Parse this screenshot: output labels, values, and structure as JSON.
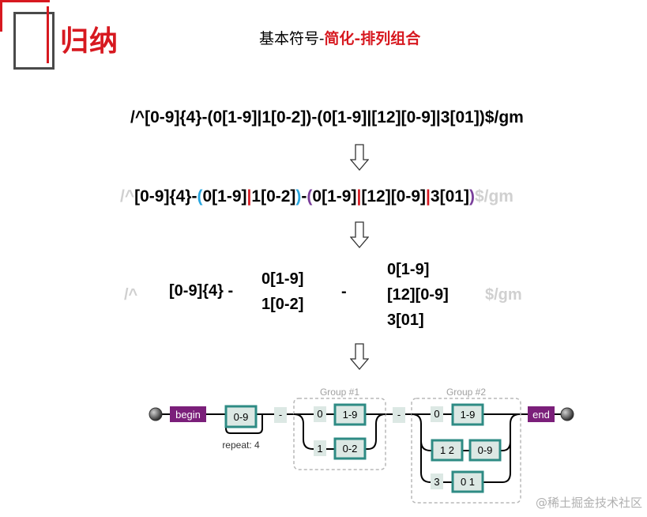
{
  "logo": {
    "text": "归纳"
  },
  "title": {
    "prefix": "基本符号-",
    "highlight": "简化-排列组合"
  },
  "regex_line1": "/^[0-9]{4}-(0[1-9]|1[0-2])-(0[1-9]|[12][0-9]|3[01])$/gm",
  "regex_line2": {
    "start": "/^",
    "year": "[0-9]{4}-",
    "open1": "(",
    "g1a": "0[1-9]",
    "pipe1": "|",
    "g1b": "1[0-2]",
    "close1": ")",
    "dash": "-",
    "open2": "(",
    "g2a": "0[1-9]",
    "pipe2": "|",
    "g2b": "[12][0-9]",
    "pipe3": "|",
    "g2c": "3[01]",
    "close2": ")",
    "end": "$/gm"
  },
  "breakdown": {
    "start": "/^",
    "year": "[0-9]{4} -",
    "month_a": "0[1-9]",
    "month_b": "1[0-2]",
    "dash": "-",
    "day_a": "0[1-9]",
    "day_b": "[12][0-9]",
    "day_c": "3[01]",
    "end": "$/gm"
  },
  "railroad": {
    "begin": "begin",
    "end": "end",
    "repeat_box": "0-9",
    "repeat_label": "repeat: 4",
    "dash1": "-",
    "dash2": "-",
    "group1": {
      "label": "Group #1",
      "row1_literal": "0",
      "row1_box": "1-9",
      "row2_literal": "1",
      "row2_box": "0-2"
    },
    "group2": {
      "label": "Group #2",
      "row1_literal": "0",
      "row1_box": "1-9",
      "row2_box_a": "1 2",
      "row2_box_b": "0-9",
      "row3_literal": "3",
      "row3_box": "0 1"
    }
  },
  "watermark": "@稀土掘金技术社区",
  "colors": {
    "brand_red": "#d71920",
    "blue": "#2aa7e0",
    "purple": "#7a3f9b",
    "teal_box": "#2e8b84",
    "begin_end": "#7b1f7a"
  }
}
